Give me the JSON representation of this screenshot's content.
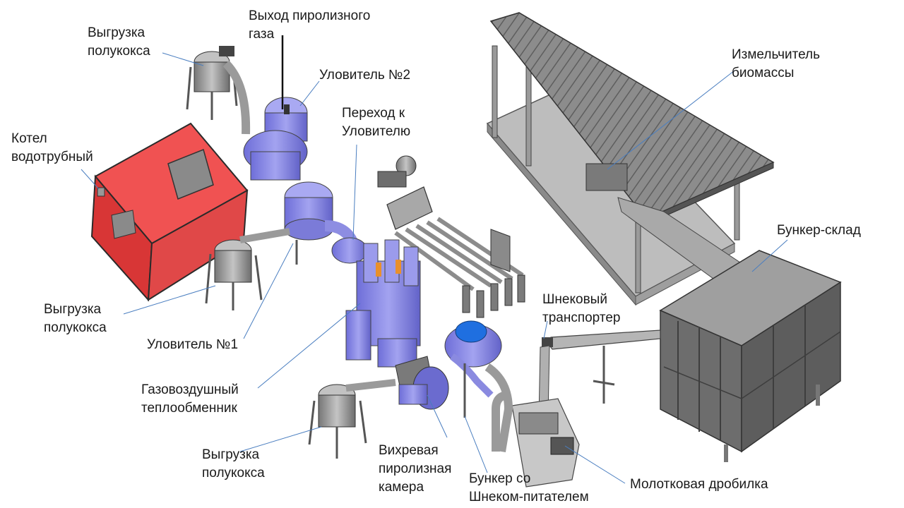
{
  "labels": {
    "vygruzka_top": "Выгрузка\nполукокса",
    "vyhod_gaza": "Выход пиролизного\nгаза",
    "ulovitel_2": "Уловитель №2",
    "perehod": "Переход к\nУловителю",
    "izmelchitel": "Измельчитель\nбиомассы",
    "kotel": "Котел\nводотрубный",
    "bunker_sklad": "Бункер-склад",
    "vygruzka_left": "Выгрузка\nполукокса",
    "ulovitel_1": "Уловитель №1",
    "shnekovyi": "Шнековый\nтранспортер",
    "teploobmennik": "Газовоздушный\nтеплообменник",
    "vygruzka_bottom": "Выгрузка\nполукокса",
    "vihrevaya": "Вихревая\nпиролизная\nкамера",
    "bunker_shnek": "Бункер со\nШнеком-питателем",
    "drobilka": "Молотковая дробилка"
  },
  "colors": {
    "boiler": "#e23c3c",
    "equipment": "#8f8fe6",
    "structure": "#9a9a9a",
    "hopper_top": "#1f6fe0"
  }
}
